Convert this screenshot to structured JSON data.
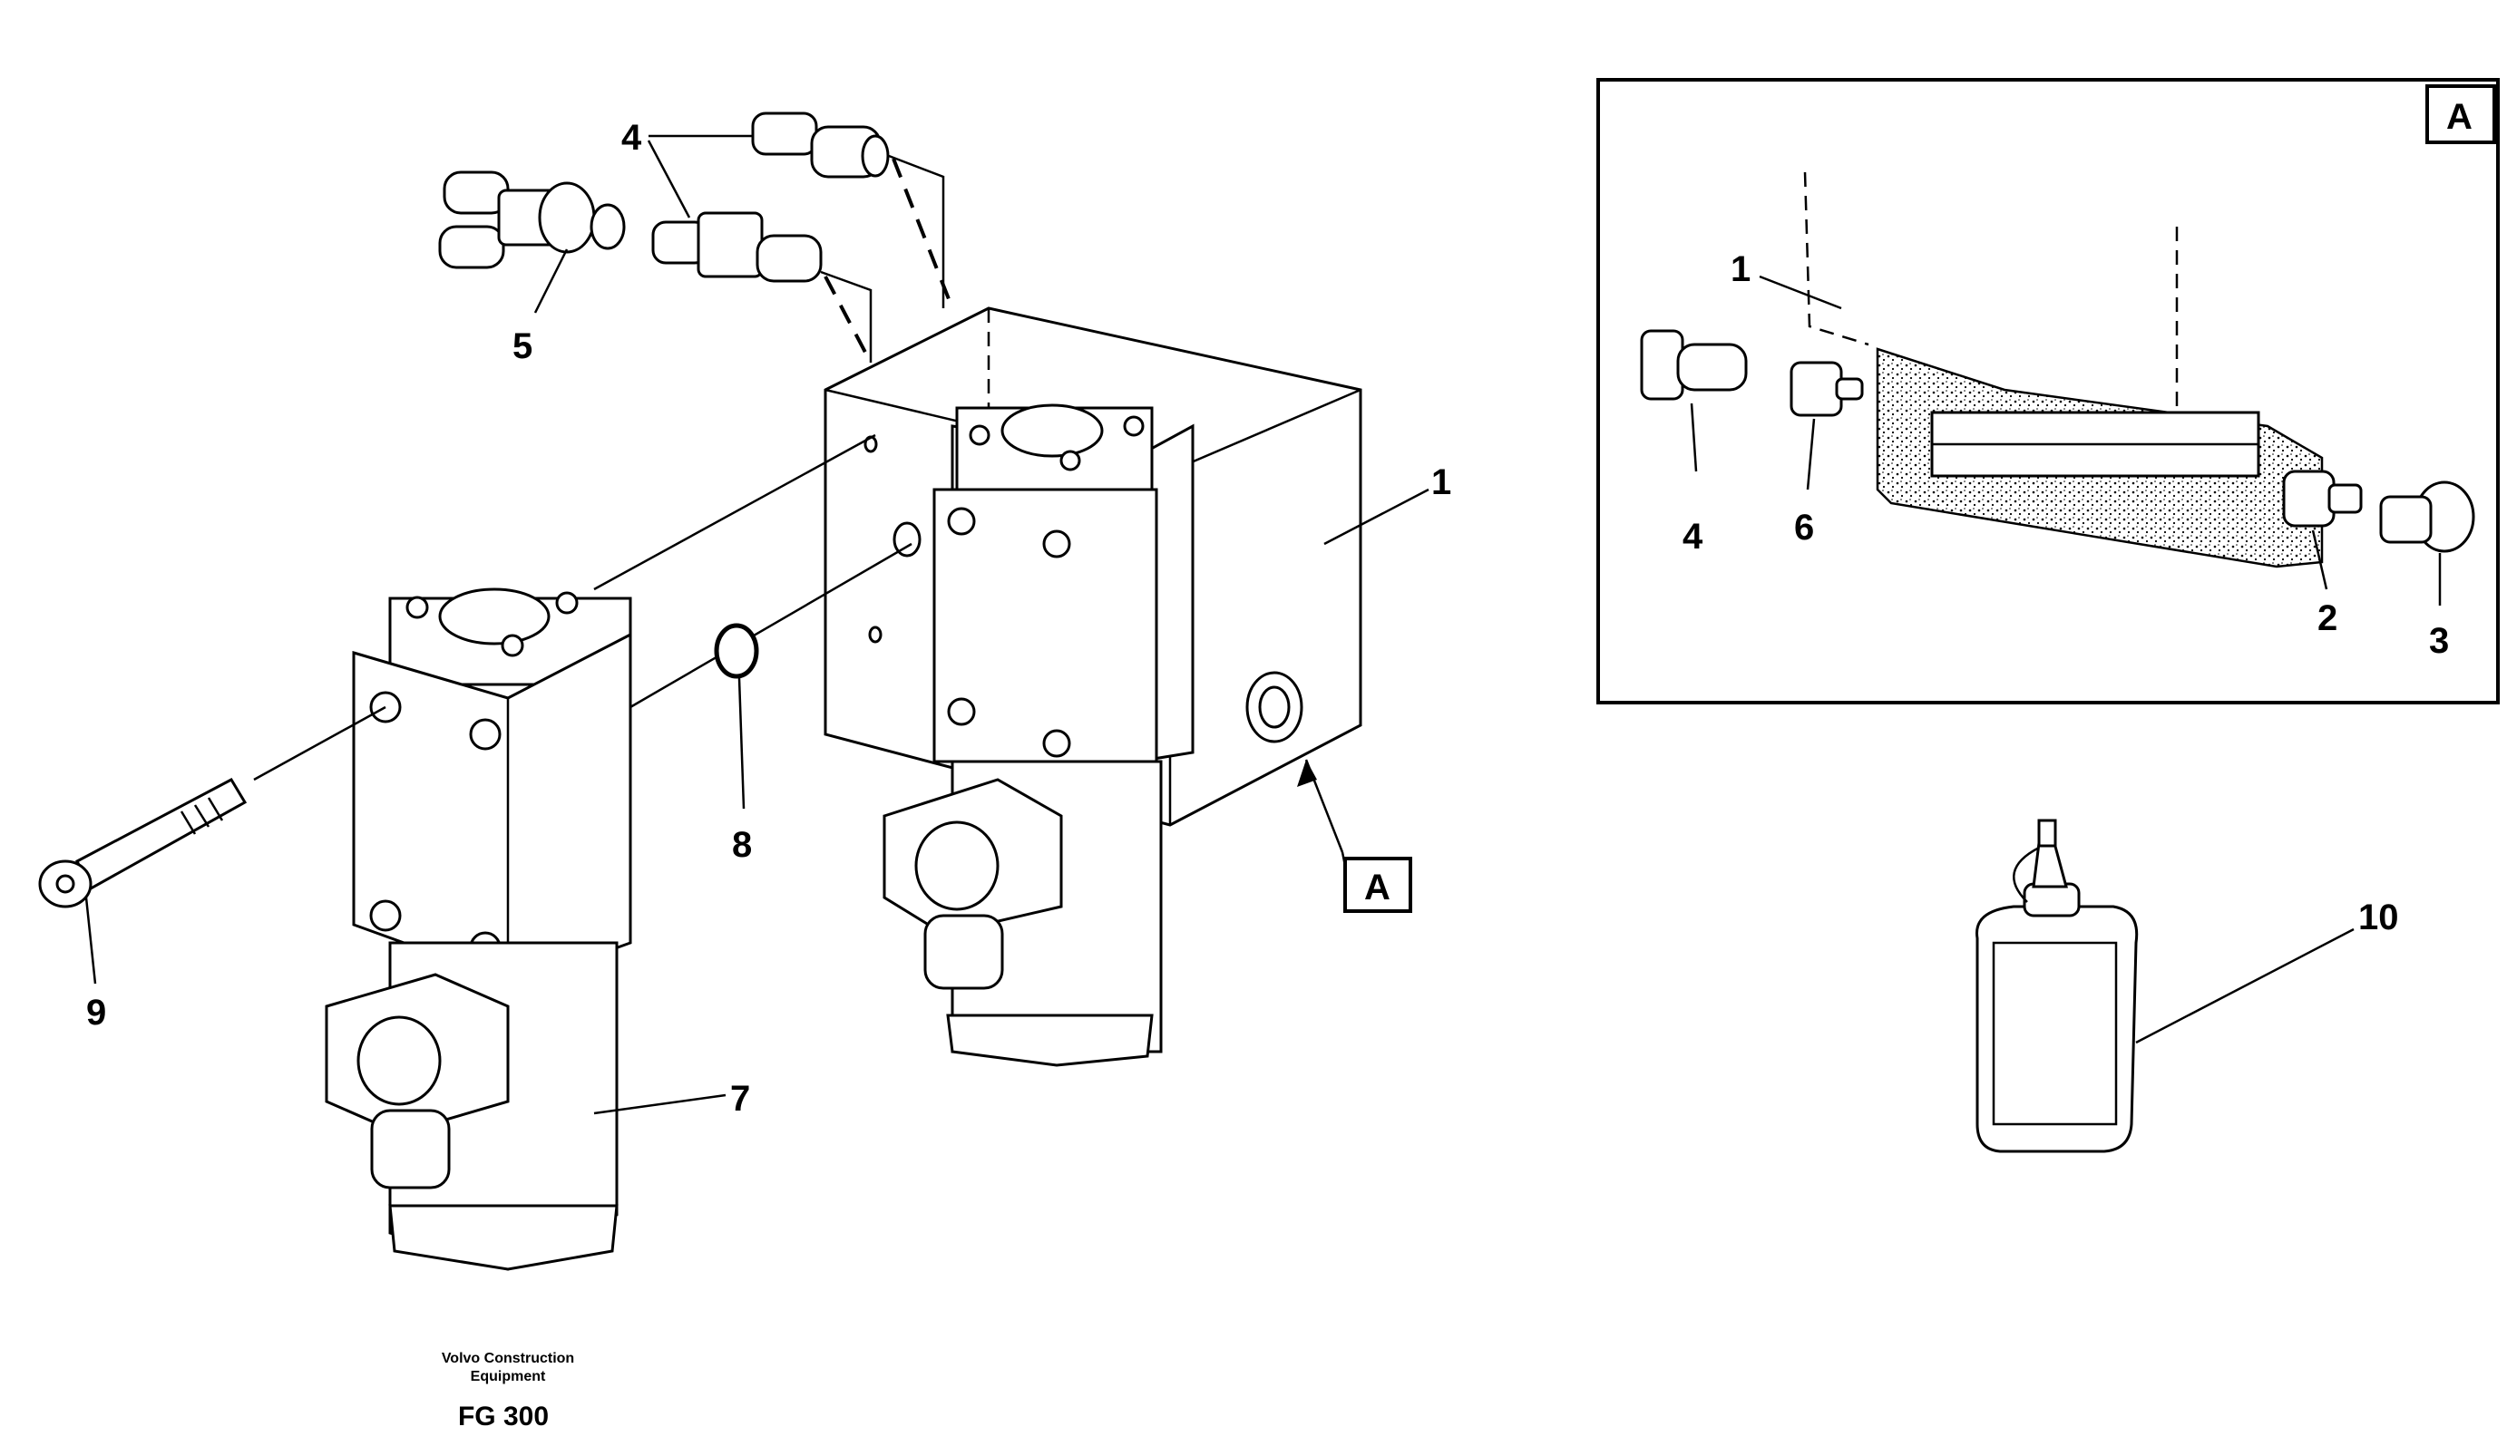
{
  "diagram": {
    "callouts": {
      "c1": "1",
      "c4": "4",
      "c5": "5",
      "c7": "7",
      "c8": "8",
      "c9": "9",
      "c10": "10",
      "view_ref": "A"
    },
    "inset": {
      "label": "A",
      "callouts": {
        "c1": "1",
        "c2": "2",
        "c3": "3",
        "c4": "4",
        "c6": "6"
      }
    },
    "footer": {
      "brand_line1": "Volvo Construction",
      "brand_line2": "Equipment",
      "group_code": "FG 300"
    }
  }
}
